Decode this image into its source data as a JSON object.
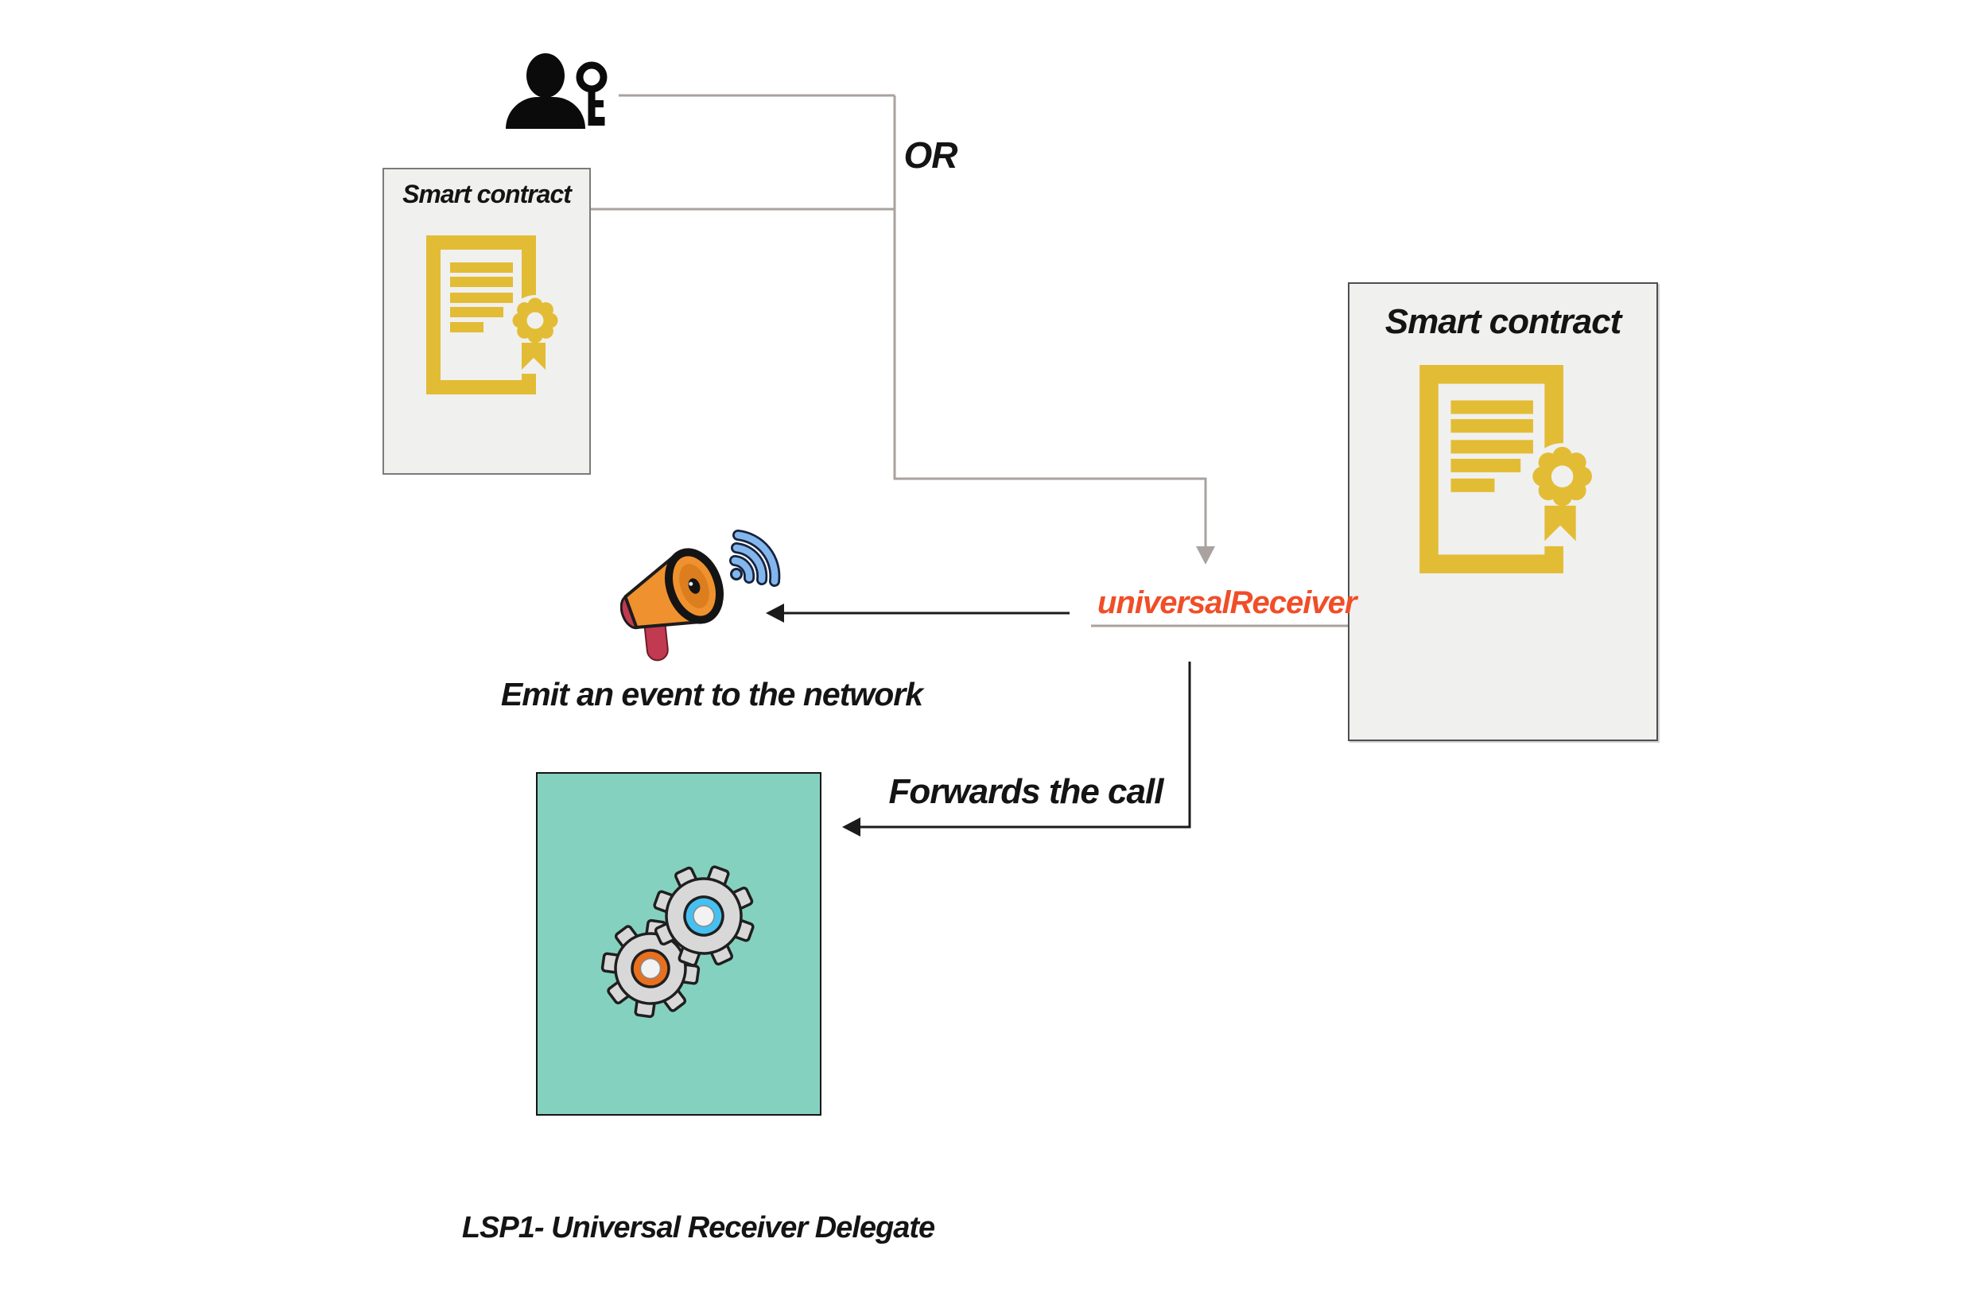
{
  "colors": {
    "gold": "#E3BC35",
    "box_bg": "#F0F0EF",
    "box_border": "#7b7b7b",
    "teal": "#85D1BF",
    "teal_border": "#151515",
    "accent_red": "#F04E28",
    "connector_gray": "#A9A29E",
    "connector_black": "#1B1B1B",
    "text_black": "#141414",
    "megaphone_orange": "#F0912F",
    "megaphone_red": "#C13A52",
    "wave_blue": "#84B6EE",
    "gear_silver": "#D8D8D8",
    "gear_blue": "#45C0F0",
    "gear_orange": "#E8701F"
  },
  "boxes": {
    "left_contract": {
      "title": "Smart contract"
    },
    "right_contract": {
      "title": "Smart contract"
    },
    "delegate": {
      "caption": "LSP1- Universal Receiver Delegate"
    }
  },
  "annotations": {
    "or": "OR",
    "universal_receiver": "universalReceiver",
    "emit_event": "Emit an event to the network",
    "forwards_call": "Forwards the call"
  }
}
